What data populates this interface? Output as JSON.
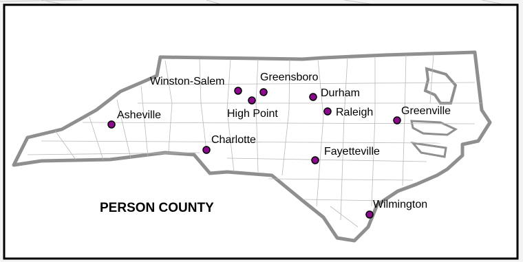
{
  "map": {
    "title": "PERSON COUNTY",
    "colors": {
      "state_fill": "#ffffff",
      "state_outline": "#8f8f8f",
      "county_lines": "#b9b9b9",
      "highlight_county": "#e6f5b0",
      "city_marker": "#8b0a8b",
      "frame": "#000000"
    },
    "cities": [
      {
        "name": "Winston-Salem"
      },
      {
        "name": "Greensboro"
      },
      {
        "name": "High Point"
      },
      {
        "name": "Durham"
      },
      {
        "name": "Raleigh"
      },
      {
        "name": "Greenville"
      },
      {
        "name": "Asheville"
      },
      {
        "name": "Charlotte"
      },
      {
        "name": "Fayetteville"
      },
      {
        "name": "Wilmington"
      }
    ]
  }
}
